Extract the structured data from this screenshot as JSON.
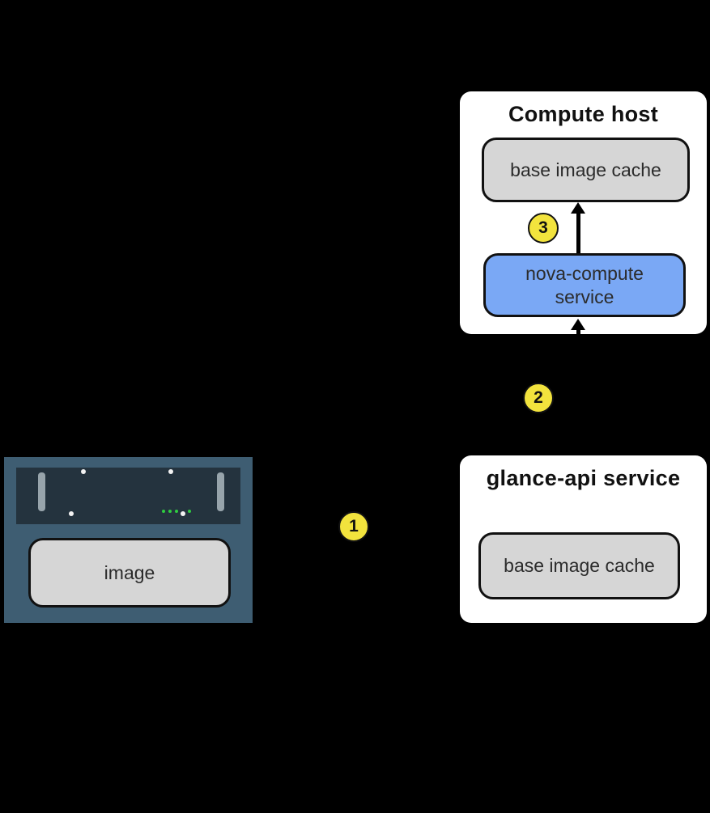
{
  "compute_host": {
    "title": "Compute host",
    "cache_label": "base image cache",
    "nova_label": "nova-compute service"
  },
  "glance_api": {
    "title": "glance-api service",
    "cache_label": "base image cache"
  },
  "server": {
    "image_label": "image"
  },
  "steps": {
    "step1": "1",
    "step2": "2",
    "step3": "3"
  },
  "colors": {
    "background": "#000000",
    "panel": "#ffffff",
    "cache_fill": "#d6d6d6",
    "nova_fill": "#7aa8f5",
    "step_fill": "#f2e33d",
    "border": "#111111",
    "server_body": "#3e5d72",
    "server_face": "#24333e",
    "vent": "#97a4ab",
    "led": "#2ecc40"
  },
  "icons": {
    "server": "rack-server-icon",
    "arrow": "arrow-up-icon"
  }
}
